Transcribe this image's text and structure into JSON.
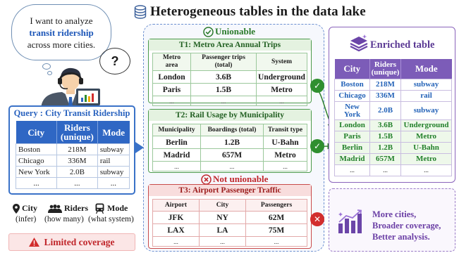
{
  "title": "Heterogeneous tables in the data lake",
  "bubble": {
    "line1": "I want to analyze",
    "highlight": "transit ridership",
    "line3": "across more cities.",
    "question": "?"
  },
  "query": {
    "title": "Query : City Transit Ridership",
    "headers": [
      "City",
      "Riders",
      "(unique)",
      "Mode"
    ],
    "rows": [
      [
        "Boston",
        "218M",
        "subway"
      ],
      [
        "Chicago",
        "336M",
        "rail"
      ],
      [
        "New York",
        "2.0B",
        "subway"
      ],
      [
        "...",
        "...",
        "..."
      ]
    ]
  },
  "legend": {
    "city": "City",
    "city_sub": "(infer)",
    "riders": "Riders",
    "riders_sub": "(how many)",
    "mode": "Mode",
    "mode_sub": "(what system)"
  },
  "limited": "Limited coverage",
  "unionable": "Unionable",
  "not_unionable": "Not unionable",
  "t1": {
    "title": "T1: Metro Area Annual Trips",
    "headers": [
      "Metro",
      "area",
      "Passenger trips",
      "(total)",
      "System"
    ],
    "rows": [
      [
        "London",
        "3.6B",
        "Underground"
      ],
      [
        "Paris",
        "1.5B",
        "Metro"
      ],
      [
        "...",
        "...",
        "..."
      ]
    ]
  },
  "t2": {
    "title": "T2: Rail Usage by Municipality",
    "headers": [
      "Municipality",
      "Boardings (total)",
      "Transit type"
    ],
    "rows": [
      [
        "Berlin",
        "1.2B",
        "U-Bahn"
      ],
      [
        "Madrid",
        "657M",
        "Metro"
      ],
      [
        "...",
        "...",
        "..."
      ]
    ]
  },
  "t3": {
    "title": "T3: Airport Passenger Traffic",
    "headers": [
      "Airport",
      "City",
      "Passengers"
    ],
    "rows": [
      [
        "JFK",
        "NY",
        "62M"
      ],
      [
        "LAX",
        "LA",
        "75M"
      ],
      [
        "...",
        "...",
        "..."
      ]
    ]
  },
  "enriched": {
    "title": "Enriched table",
    "headers": [
      "City",
      "Riders",
      "(unique)",
      "Mode"
    ],
    "rows": [
      [
        "Boston",
        "218M",
        "subway"
      ],
      [
        "Chicago",
        "336M",
        "rail"
      ],
      [
        "New",
        "York",
        "2.0B",
        "subway"
      ],
      [
        "London",
        "3.6B",
        "Underground"
      ],
      [
        "Paris",
        "1.5B",
        "Metro"
      ],
      [
        "Berlin",
        "1.2B",
        "U-Bahn"
      ],
      [
        "Madrid",
        "657M",
        "Metro"
      ],
      [
        "...",
        "...",
        "..."
      ]
    ]
  },
  "more": {
    "line1": "More cities,",
    "line2": "Broader coverage,",
    "line3": "Better analysis."
  },
  "colors": {
    "blue": "#2f67c4",
    "green": "#2f8f2f",
    "red": "#d22d2d",
    "purple": "#7c5cb8"
  }
}
